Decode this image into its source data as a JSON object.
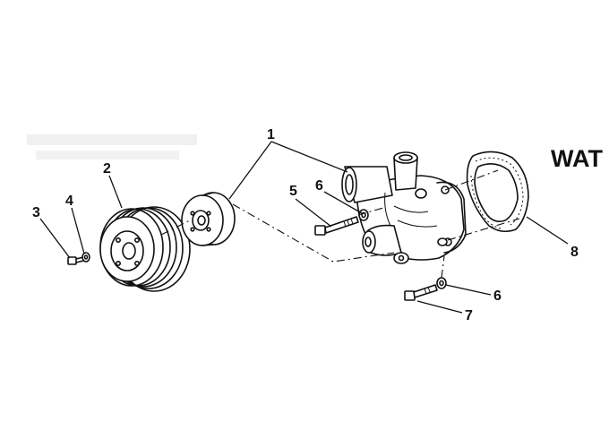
{
  "diagram": {
    "title_fragment": "WAT",
    "callouts": [
      "1",
      "2",
      "3",
      "4",
      "5",
      "6",
      "6",
      "7",
      "8"
    ]
  },
  "colors": {
    "ink": "#111111",
    "paper": "#ffffff"
  }
}
